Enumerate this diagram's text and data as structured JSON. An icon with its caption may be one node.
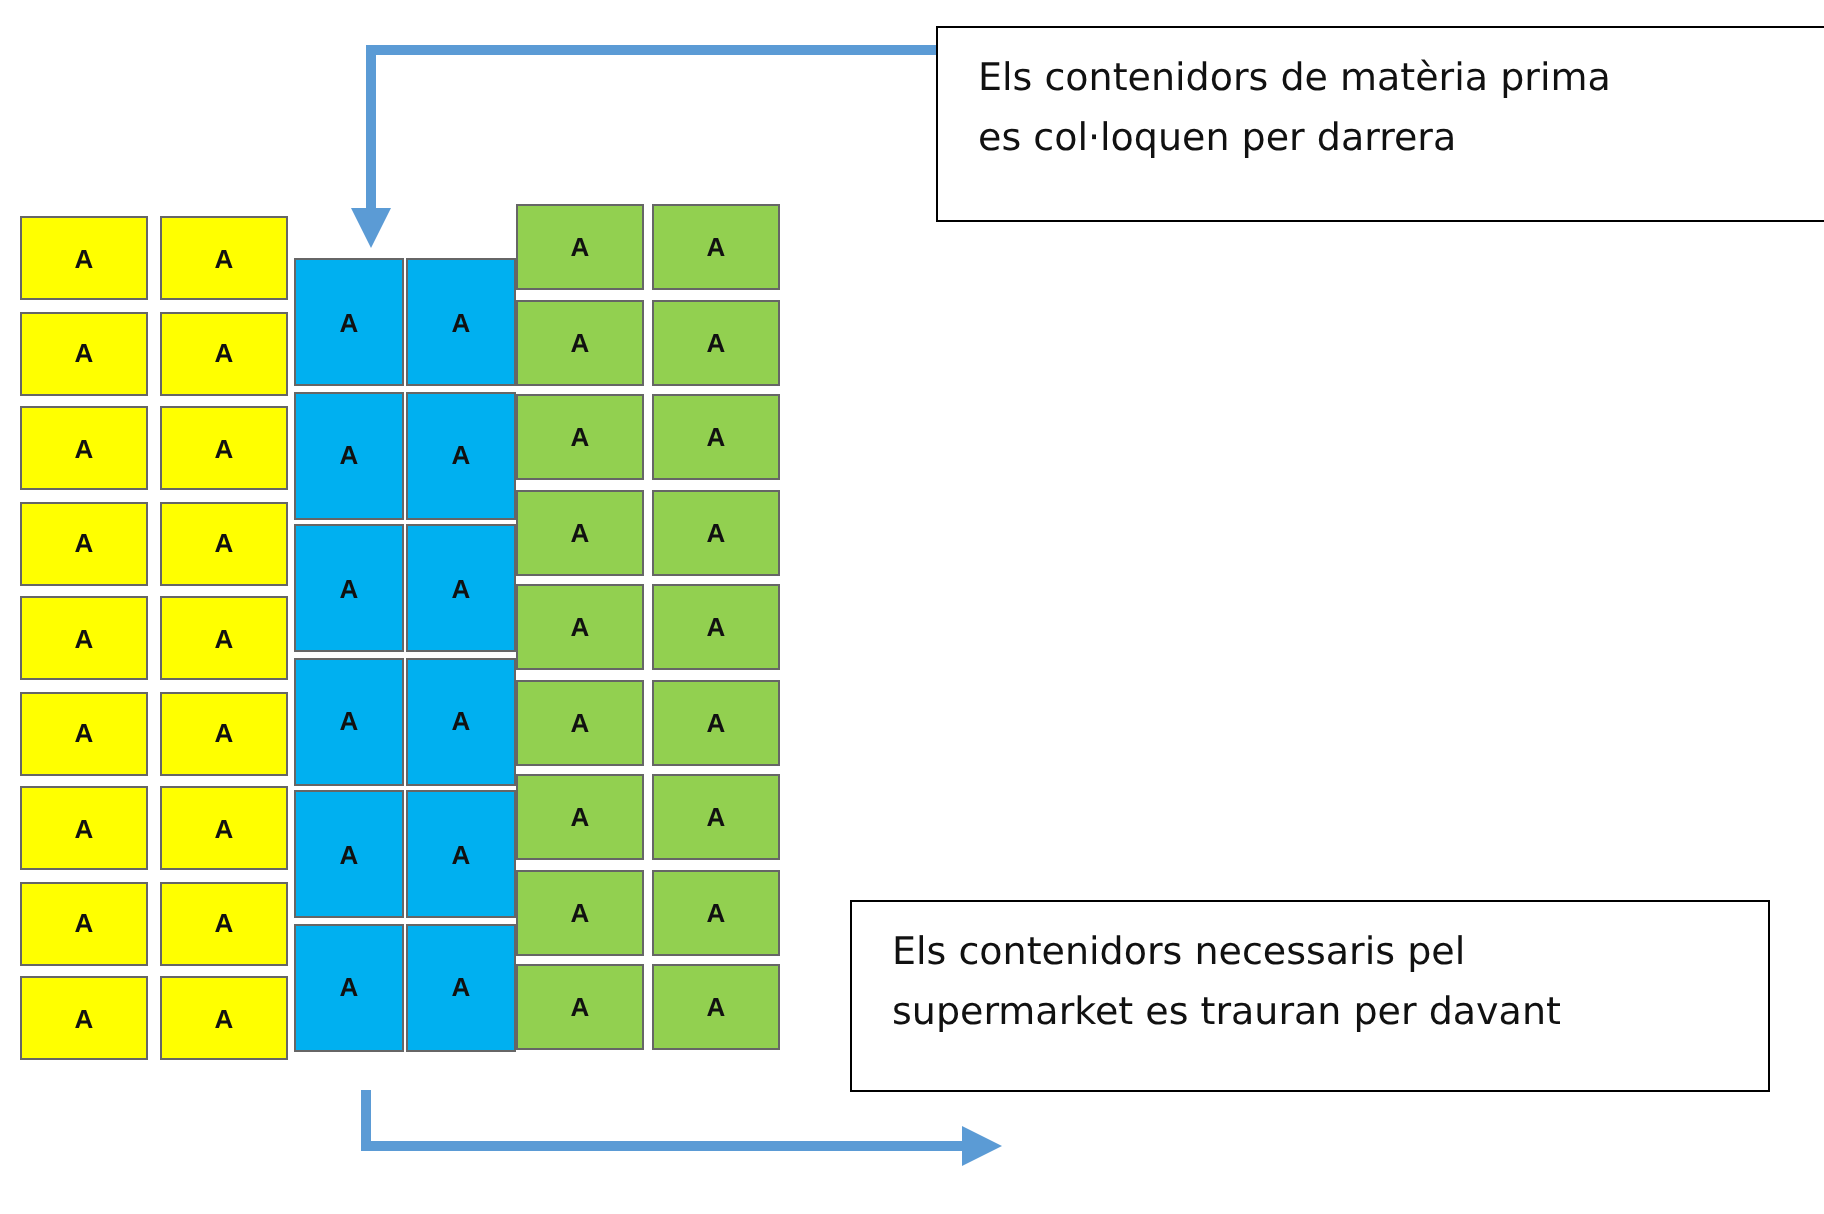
{
  "diagram": {
    "nodes": [
      {
        "text": [
          "Els contenidors de matèria prima es col·loquen per darrera"
        ]
      },
      {
        "text": [
          "A"
        ]
      },
      {
        "text": [
          "A"
        ]
      },
      {
        "text": [
          "A"
        ]
      },
      {
        "text": [
          "A"
        ]
      },
      {
        "text": [
          "A"
        ]
      },
      {
        "text": [
          "A"
        ]
      },
      {
        "text": [
          "A"
        ]
      },
      {
        "text": [
          "A"
        ]
      },
      {
        "text": [
          "A"
        ]
      },
      {
        "text": [
          "A"
        ]
      },
      {
        "text": [
          "A"
        ]
      },
      {
        "text": [
          "A"
        ]
      },
      {
        "text": [
          "A"
        ]
      },
      {
        "text": [
          "A"
        ]
      },
      {
        "text": [
          "A"
        ]
      },
      {
        "text": [
          "A"
        ]
      },
      {
        "text": [
          "A"
        ]
      },
      {
        "text": [
          "A"
        ]
      },
      {
        "text": [
          "A"
        ]
      },
      {
        "text": [
          "A"
        ]
      },
      {
        "text": [
          "A"
        ]
      },
      {
        "text": [
          "A"
        ]
      },
      {
        "text": [
          "A"
        ]
      },
      {
        "text": [
          "A"
        ]
      },
      {
        "text": [
          "A"
        ]
      },
      {
        "text": [
          "A"
        ]
      },
      {
        "text": [
          "A"
        ]
      },
      {
        "text": [
          "A"
        ]
      },
      {
        "text": [
          "A"
        ]
      },
      {
        "text": [
          "A"
        ]
      },
      {
        "text": [
          "A"
        ]
      },
      {
        "text": [
          "A"
        ]
      },
      {
        "text": [
          "A"
        ]
      },
      {
        "text": [
          "A"
        ]
      },
      {
        "text": [
          "A"
        ]
      },
      {
        "text": [
          "A"
        ]
      },
      {
        "text": [
          "A"
        ]
      },
      {
        "text": [
          "A"
        ]
      },
      {
        "text": [
          "A"
        ]
      },
      {
        "text": [
          "A"
        ]
      },
      {
        "text": [
          "A"
        ]
      },
      {
        "text": [
          "A"
        ]
      },
      {
        "text": [
          "A"
        ]
      },
      {
        "text": [
          "A"
        ]
      },
      {
        "text": [
          "A"
        ]
      },
      {
        "text": [
          "A"
        ]
      },
      {
        "text": [
          "A"
        ]
      },
      {
        "text": [
          "A"
        ]
      },
      {
        "text": [
          "Els contenidors necessaris pel supermarket es trauran per davant"
        ]
      }
    ],
    "edges": [
      {
        "from": 0,
        "to": 19,
        "arrow": "to"
      }
    ]
  }
}
